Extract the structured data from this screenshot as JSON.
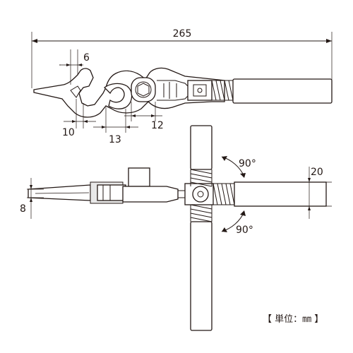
{
  "dimensions": {
    "overall_length": "265",
    "jaw_tip": "6",
    "jaw_side": "10",
    "jaw_opening": "13",
    "ring_width": "12",
    "angle_up": "90°",
    "angle_down": "90°",
    "handle_diameter": "20",
    "head_thickness": "8"
  },
  "unit_note": "【 単位：㎜ 】",
  "colors": {
    "line": "#231815",
    "background": "#ffffff",
    "fill": "#e8e8e8"
  }
}
